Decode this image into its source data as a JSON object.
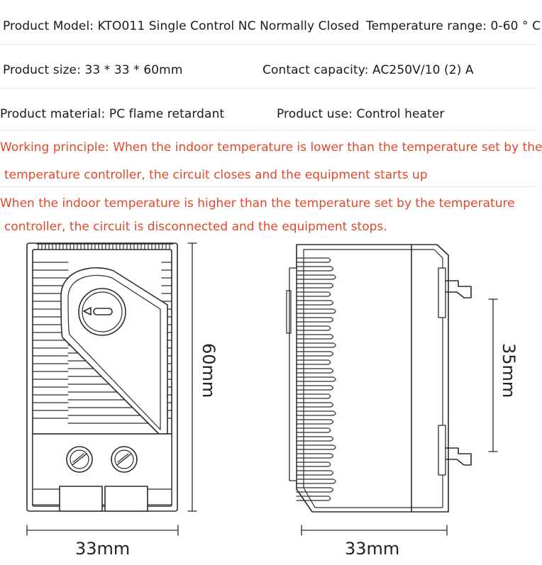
{
  "colors": {
    "accent": "#e0482c",
    "line": "#2b2b2b"
  },
  "specs": {
    "model": "Product Model: KTO011 Single Control NC Normally Closed",
    "temp_range": "Temperature range: 0-60 ° C",
    "size": "Product size: 33 * 33 * 60mm",
    "contact": "Contact capacity: AC250V/10 (2) A",
    "material": "Product material: PC flame retardant",
    "use": "Product use: Control heater"
  },
  "principle": {
    "line1": "Working principle: When the indoor temperature is lower than the temperature set by the",
    "line2": "temperature controller, the circuit closes and the equipment starts up",
    "line3": "When the indoor temperature is higher than the temperature set by the temperature",
    "line4": "controller, the circuit is disconnected and the equipment stops."
  },
  "dimensions": {
    "front_height": "60mm",
    "front_width": "33mm",
    "side_mount": "35mm",
    "side_width": "33mm"
  }
}
